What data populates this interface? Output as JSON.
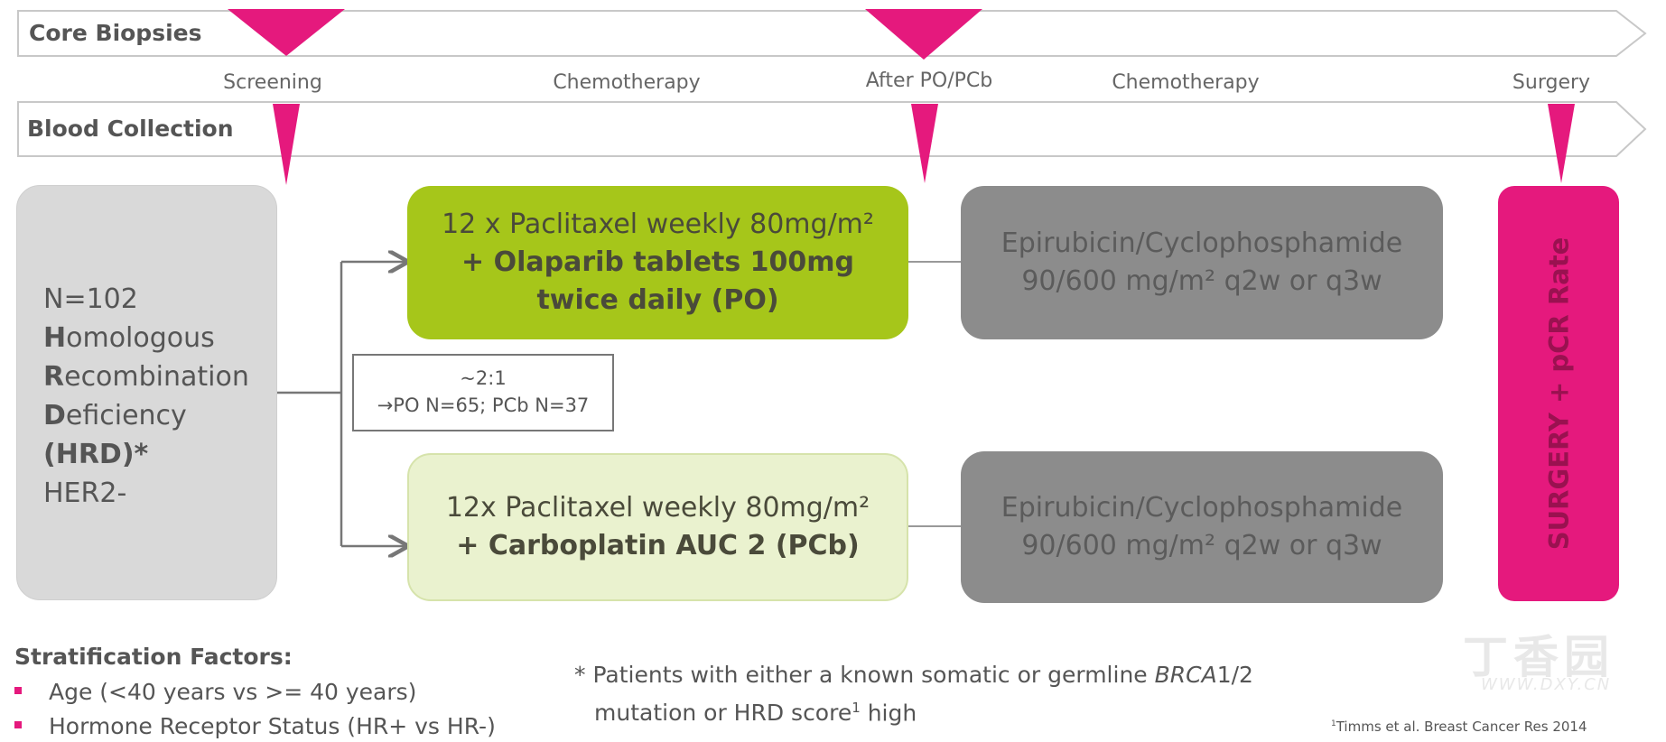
{
  "bands": {
    "core_biopsies": "Core Biopsies",
    "blood_collection": "Blood Collection"
  },
  "phases": {
    "screening": "Screening",
    "chemo1": "Chemotherapy",
    "after": "After PO/PCb",
    "chemo2": "Chemotherapy",
    "surgery": "Surgery"
  },
  "population": {
    "n": "N=102",
    "h_initial": "H",
    "h_rest": "omologous",
    "r_initial": "R",
    "r_rest": "ecombination",
    "d_initial": "D",
    "d_rest": "eficiency",
    "hrd": "(HRD)*",
    "her2": "HER2-"
  },
  "randomization": {
    "ratio": "~2:1",
    "arms": "→PO N=65; PCb N=37"
  },
  "arm_po": {
    "line1": "12 x Paclitaxel weekly 80mg/m²",
    "line2": "+ Olaparib tablets 100mg",
    "line3": "twice daily (PO)"
  },
  "arm_pcb": {
    "line1": "12x Paclitaxel weekly 80mg/m²",
    "line2": "+ Carboplatin AUC 2 (PCb)"
  },
  "ec_box": {
    "line1": "Epirubicin/Cyclophosphamide",
    "line2": "90/600 mg/m² q2w or q3w"
  },
  "surgery_box": {
    "label": "SURGERY + pCR Rate"
  },
  "stratification": {
    "title": "Stratification Factors:",
    "items": [
      "Age (<40 years vs >= 40 years)",
      "Hormone Receptor Status (HR+ vs HR-)"
    ]
  },
  "footnote": {
    "line1_a": "* Patients with either a known somatic or germline ",
    "line1_brca": "BRCA",
    "line1_b": "1/2",
    "line2_a": "mutation or HRD score",
    "line2_sup": "1",
    "line2_b": " high"
  },
  "citation": {
    "sup": "1",
    "text": "Timms et al.  Breast Cancer Res 2014"
  },
  "watermark": {
    "text": "丁香园",
    "url": "WWW.DXY.CN"
  },
  "colors": {
    "accent_pink": "#e5197d",
    "po_green": "#a6c61a",
    "pcb_lightgreen": "#eaf2cf",
    "ec_grey": "#8c8c8c",
    "population_grey": "#d9d9d9"
  }
}
